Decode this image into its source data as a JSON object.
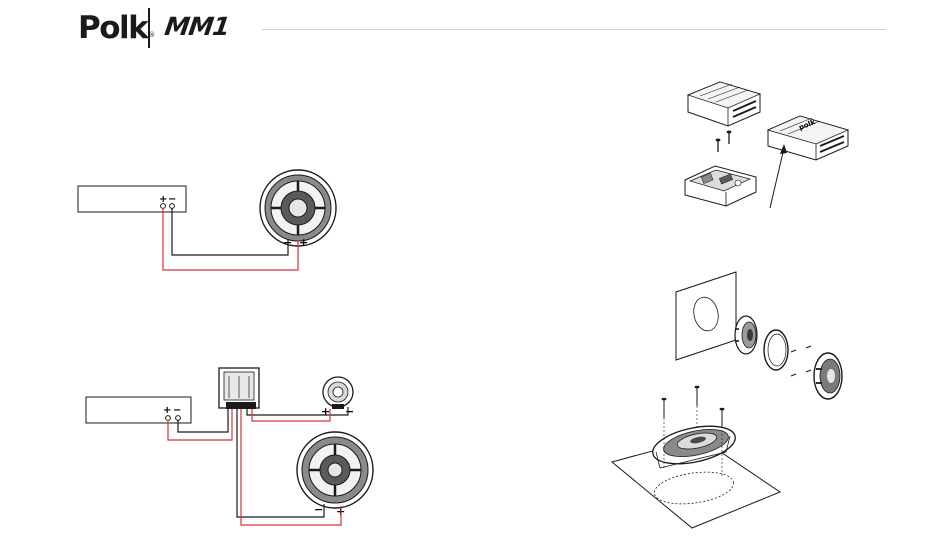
{
  "header": {
    "brand_logo": "Polk",
    "brand_logo_mark": "®",
    "product_logo": "MM1"
  },
  "diagrams": {
    "amp_to_speaker": {
      "terminal_positive": "+",
      "terminal_negative": "−",
      "speaker_negative": "−",
      "speaker_positive": "+"
    },
    "amp_crossover_component": {
      "terminal_positive": "+",
      "terminal_negative": "−",
      "tweeter_positive": "+",
      "tweeter_negative": "−",
      "woofer_negative": "−",
      "woofer_positive": "+"
    },
    "crossover_grille_badge": "polk",
    "colors": {
      "positive_wire": "#d8333c",
      "negative_wire": "#1a1a1a"
    }
  }
}
